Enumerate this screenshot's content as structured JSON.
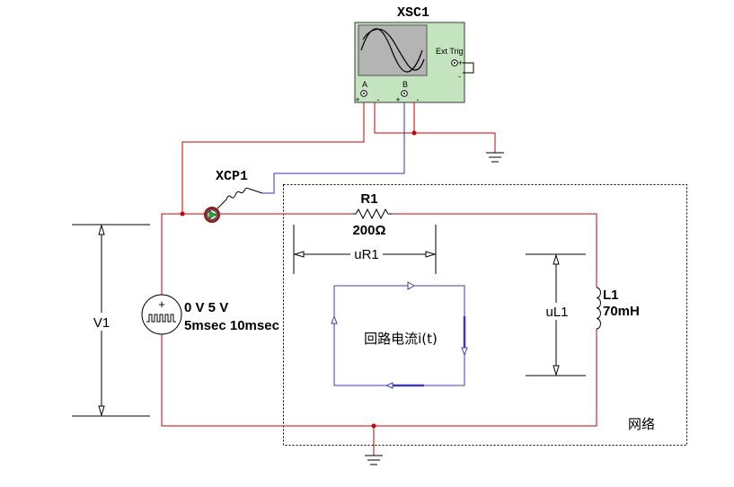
{
  "oscilloscope": {
    "ref": "XSC1",
    "ext_trig_label": "Ext Trig",
    "channel_a_label": "A",
    "channel_b_label": "B",
    "plus_sign": "+",
    "minus_sign": "-"
  },
  "probe": {
    "ref": "XCP1"
  },
  "resistor": {
    "ref": "R1",
    "value": "200Ω"
  },
  "inductor": {
    "ref": "L1",
    "value": "70mH"
  },
  "source": {
    "plus_sign": "+",
    "levels": "0 V 5 V",
    "timing": "5msec 10msec"
  },
  "measurements": {
    "v1_label": "V1",
    "ur1_label": "uR1",
    "ul1_label": "uL1"
  },
  "loop_current": {
    "label": "回路电流i(t)"
  },
  "network": {
    "label": "网络"
  },
  "icons": {
    "oscilloscope_screen": "sine-wave-icon",
    "source_symbol": "square-wave-icon",
    "probe_symbol": "probe-direction-icon",
    "ground": "ground-icon",
    "dimension_arrows": "arrow-icon"
  },
  "colors": {
    "wire_red": "#cc0000",
    "wire_blue": "#3434a4",
    "junction": "#cc0000",
    "loop_blue": "#3c3cb0",
    "scope_body": "#c4e4bf",
    "scope_screen": "#b4b4b4",
    "probe_ring": "#8a1f1f",
    "probe_arrow": "#22a83a"
  }
}
